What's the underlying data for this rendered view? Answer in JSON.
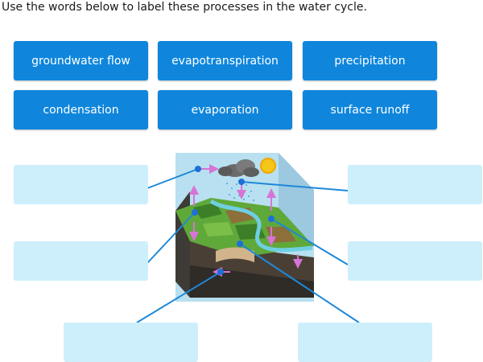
{
  "instruction": "Use the words below to label these processes in the water cycle.",
  "word_bank": [
    "groundwater flow",
    "evapotranspiration",
    "precipitation",
    "condensation",
    "evaporation",
    "surface runoff"
  ],
  "drop_zones": [
    {
      "value": ""
    },
    {
      "value": ""
    },
    {
      "value": ""
    },
    {
      "value": ""
    },
    {
      "value": ""
    },
    {
      "value": ""
    }
  ],
  "colors": {
    "chip_bg": "#0f86dc",
    "drop_bg": "#cdeffc",
    "leader_line": "#1e88d8",
    "arrow": "#d774d6"
  }
}
